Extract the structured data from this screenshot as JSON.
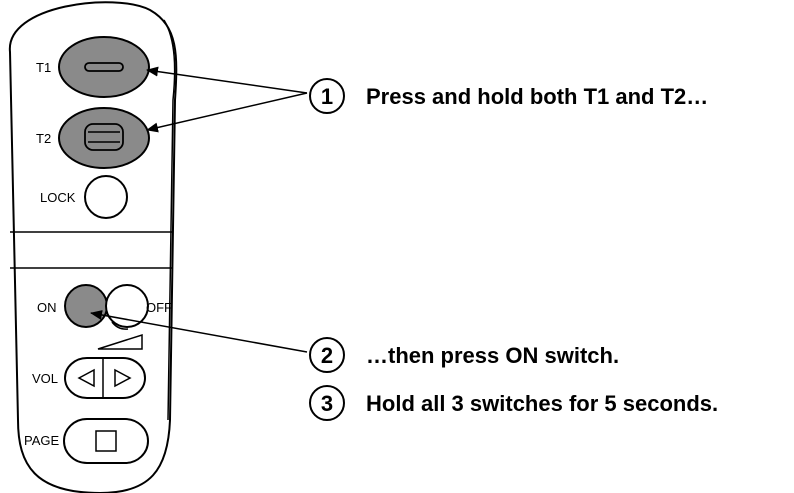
{
  "remote": {
    "buttons": {
      "t1": "T1",
      "t2": "T2",
      "lock": "LOCK",
      "on": "ON",
      "off": "OFF",
      "vol": "VOL",
      "page": "PAGE"
    }
  },
  "steps": [
    {
      "number": "1",
      "text": "Press and hold both T1 and T2…"
    },
    {
      "number": "2",
      "text": "…then press ON switch."
    },
    {
      "number": "3",
      "text": "Hold all 3 switches for 5 seconds."
    }
  ],
  "colors": {
    "pressed_fill": "#8a8a8a",
    "outline": "#000000",
    "background": "#ffffff"
  }
}
